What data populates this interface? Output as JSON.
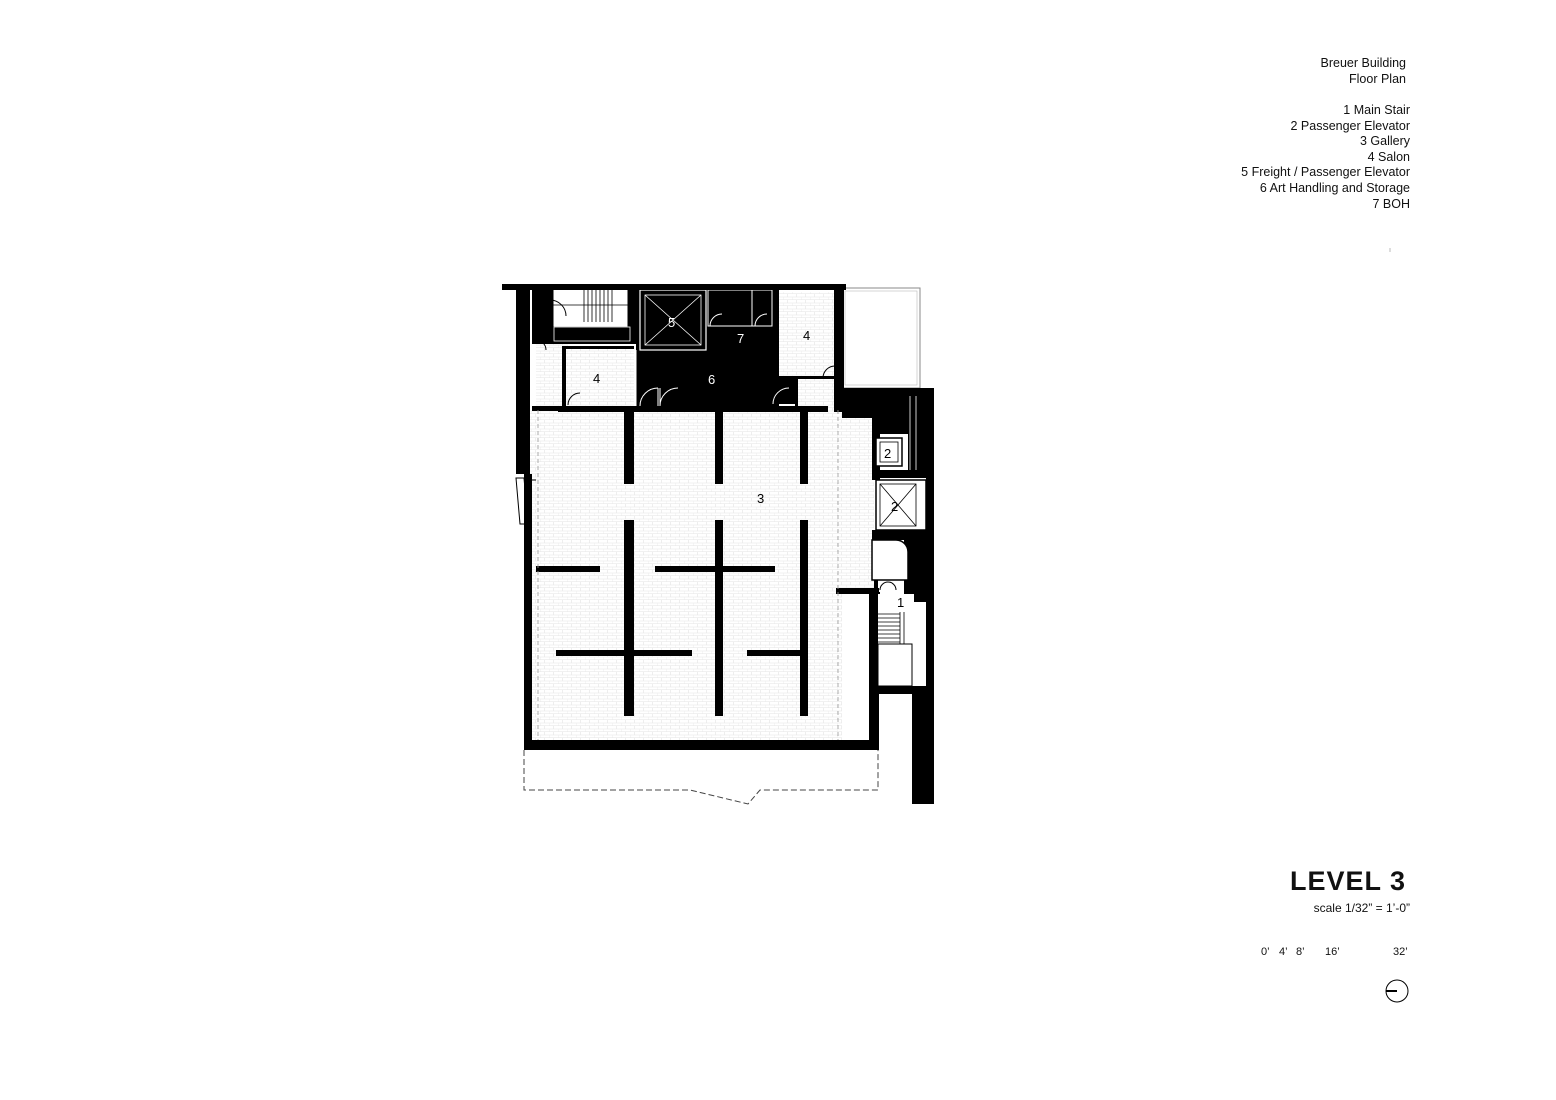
{
  "header": {
    "building": "Breuer Building",
    "drawing": "Floor Plan"
  },
  "legend": [
    "1 Main Stair",
    "2 Passenger Elevator",
    "3 Gallery",
    "4 Salon",
    "5 Freight / Passenger Elevator",
    "6 Art Handling and Storage",
    "7 BOH"
  ],
  "rooms": {
    "r1": "1",
    "r2a": "2",
    "r2b": "2",
    "r3": "3",
    "r4a": "4",
    "r4b": "4",
    "r5": "5",
    "r6": "6",
    "r7": "7"
  },
  "level": {
    "title": "LEVEL 3",
    "scale": "scale 1/32” = 1’-0”"
  },
  "scalebar": {
    "t0": "0’",
    "t4": "4’",
    "t8": "8’",
    "t16": "16’",
    "t32": "32’"
  },
  "icons": {
    "north_arrow": "north-arrow-icon"
  }
}
